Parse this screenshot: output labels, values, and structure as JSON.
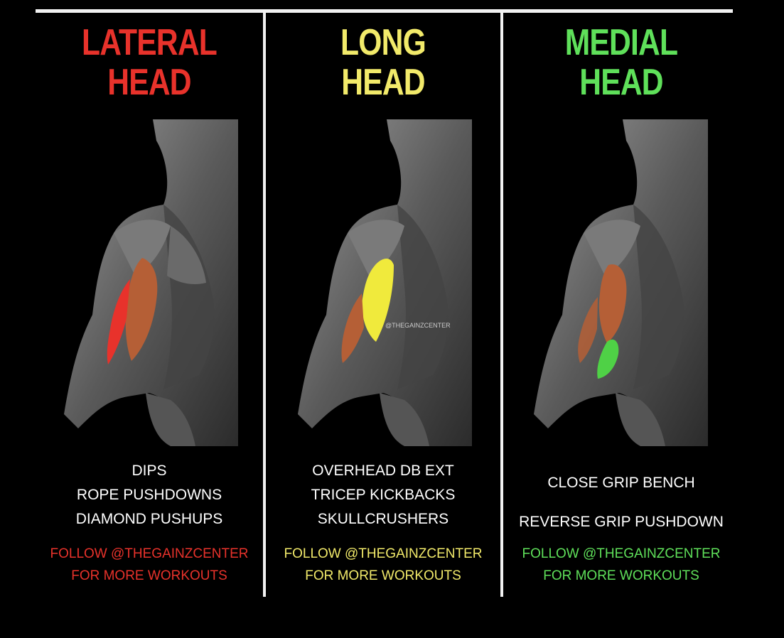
{
  "colors": {
    "lateral": "#e8322b",
    "long": "#f2ea6a",
    "medial": "#5fe05a",
    "rule": "#f2f2f2"
  },
  "panels": [
    {
      "title_line1": "LATERAL",
      "title_line2": "HEAD",
      "exercises": [
        "DIPS",
        "ROPE PUSHDOWNS",
        "DIAMOND PUSHUPS"
      ],
      "follow_line1": "FOLLOW @THEGAINZCENTER",
      "follow_line2": "FOR MORE WORKOUTS",
      "highlight": "lateral-head"
    },
    {
      "title_line1": "LONG",
      "title_line2": "HEAD",
      "exercises": [
        "OVERHEAD DB EXT",
        "TRICEP KICKBACKS",
        "SKULLCRUSHERS"
      ],
      "follow_line1": "FOLLOW @THEGAINZCENTER",
      "follow_line2": "FOR MORE WORKOUTS",
      "highlight": "long-head"
    },
    {
      "title_line1": "MEDIAL",
      "title_line2": "HEAD",
      "exercises": [
        "CLOSE GRIP BENCH",
        "REVERSE GRIP PUSHDOWN"
      ],
      "follow_line1": "FOLLOW @THEGAINZCENTER",
      "follow_line2": "FOR MORE WORKOUTS",
      "highlight": "medial-head"
    }
  ],
  "watermark": "@THEGAINZCENTER"
}
